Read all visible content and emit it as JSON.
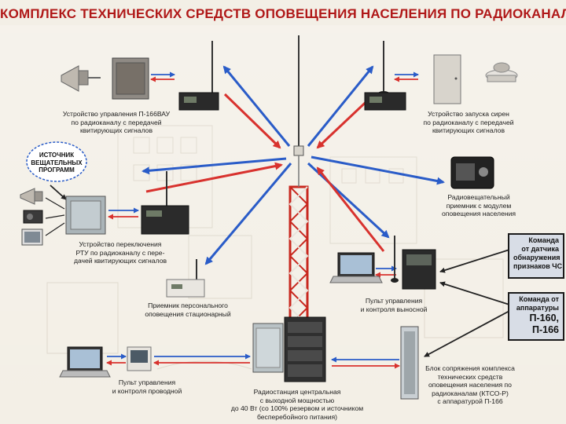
{
  "title": "КОМПЛЕКС ТЕХНИЧЕСКИХ СРЕДСТВ ОПОВЕЩЕНИЯ НАСЕЛЕНИЯ ПО РАДИОКАНАЛАМ",
  "colors": {
    "title": "#b01818",
    "signal_out": "#2a5cc8",
    "signal_in": "#d8322e",
    "mast": "#c8281f",
    "command_box": "#d8dde6"
  },
  "captions": {
    "p166vau": [
      "Устройство управления П-166ВАУ",
      "по радиоканалу с передачей",
      "квитирующих сигналов"
    ],
    "siren": [
      "Устройство запуска сирен",
      "по радиоканалу с передачей",
      "квитирующих сигналов"
    ],
    "source": [
      "ИСТОЧНИК",
      "ВЕЩАТЕЛЬНЫХ",
      "ПРОГРАММ"
    ],
    "broadcast_rx": [
      "Радиовещательный",
      "приемник с модулем",
      "оповещения населения"
    ],
    "rtu": [
      "Устройство переключения",
      "РТУ по радиоканалу с пере-",
      "дачей квитирующих сигналов"
    ],
    "personal_rx": [
      "Приемник персонального",
      "оповещения стационарный"
    ],
    "remote_console": [
      "Пульт управления",
      "и контроля выносной"
    ],
    "wired_console": [
      "Пульт управления",
      "и контроля проводной"
    ],
    "station": [
      "Радиостанция центральная",
      "с выходной мощностью",
      "до 40 Вт (со 100% резервом и источником",
      "бесперебойного питания)"
    ],
    "interface": [
      "Блок сопряжения комплекса",
      "технических средств",
      "оповещения населения по",
      "радиоканалам (КТСО-Р)",
      "с аппаратурой П-166"
    ]
  },
  "commands": {
    "sensor": [
      "Команда",
      "от датчика",
      "обнаружения",
      "признаков ЧС"
    ],
    "equipment": [
      "Команда от",
      "аппаратуры"
    ],
    "equipment_models": [
      "П-160,",
      "П-166"
    ]
  },
  "icons": [
    "loudspeaker-icon",
    "control-cabinet-icon",
    "radio-transceiver-icon",
    "siren-icon",
    "radio-receiver-icon",
    "laptop-icon",
    "monitor-icon",
    "tv-icon",
    "antenna-mast-icon"
  ]
}
